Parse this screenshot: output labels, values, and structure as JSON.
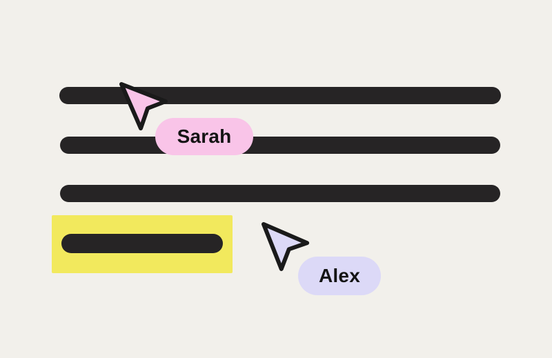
{
  "illustration": {
    "description": "Collaborative document editing illustration with placeholder text lines, a highlighted line, and two named collaborator cursors",
    "collaborators": [
      {
        "name": "Sarah",
        "color": "#F9C4E8"
      },
      {
        "name": "Alex",
        "color": "#DCD9F7"
      }
    ],
    "lines": {
      "count": 4,
      "highlighted_line_index": 3
    },
    "colors": {
      "background": "#F2F0EB",
      "line": "#262425",
      "highlight": "#F2E95D",
      "cursor_outline": "#1A1A1A",
      "label_text": "#141414"
    }
  }
}
